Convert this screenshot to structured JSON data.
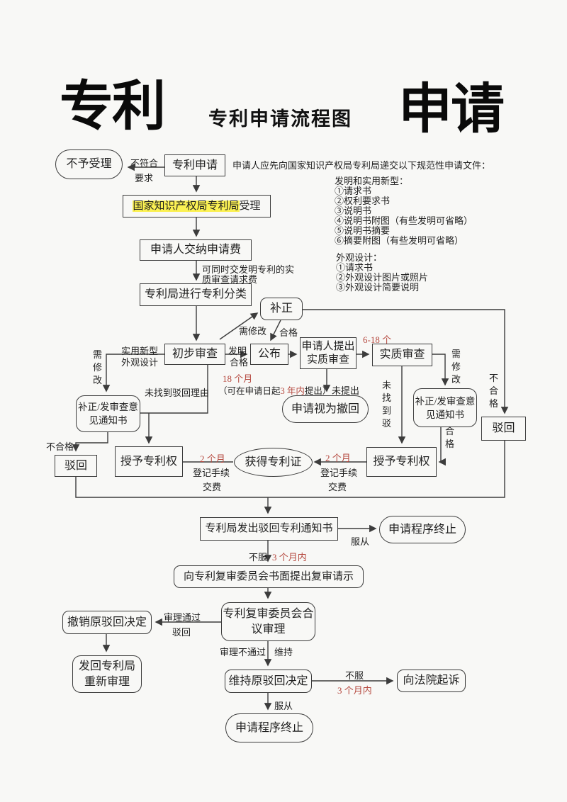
{
  "page": {
    "big_left": "专利",
    "big_right": "申请",
    "chart_title": "专利申请流程图"
  },
  "colors": {
    "accent_red": "#b5483e",
    "highlight_yellow": "#fbf153",
    "line": "#3c3c3c"
  },
  "nodes": {
    "not_accepted": {
      "label": "不予受理"
    },
    "patent_application": {
      "label": "专利申请"
    },
    "accept": {
      "highlight": "国家知识产权局专利局",
      "rest": "受理"
    },
    "pay_fee": {
      "label": "申请人交纳申请费"
    },
    "classify": {
      "label": "专利局进行专利分类"
    },
    "correction_top": {
      "label": "补正"
    },
    "preliminary_exam": {
      "label": "初步审查"
    },
    "publish": {
      "label": "公布"
    },
    "request_substantive": {
      "label": "申请人提出实质审查"
    },
    "substantive_exam": {
      "label": "实质审查"
    },
    "correction_notice_right": {
      "label": "补正/发审查意见通知书"
    },
    "reject_right": {
      "label": "驳回"
    },
    "deemed_withdrawn": {
      "label": "申请视为撤回"
    },
    "correction_notice_left": {
      "label": "补正/发审查意见通知书"
    },
    "reject_left": {
      "label": "驳回"
    },
    "grant_left": {
      "label": "授予专利权"
    },
    "certificate": {
      "label": "获得专利证"
    },
    "grant_right": {
      "label": "授予专利权"
    },
    "rejection_notice": {
      "label": "专利局发出驳回专利通知书"
    },
    "terminate_top": {
      "label": "申请程序终止"
    },
    "reexam_request": {
      "label": "向专利复审委员会书面提出复审请示"
    },
    "board_review": {
      "label": "专利复审委员会合议审理"
    },
    "revoke_rejection": {
      "label": "撤销原驳回决定"
    },
    "return_reexamine": {
      "label": "发回专利局重新审理"
    },
    "maintain_rejection": {
      "label": "维持原驳回决定"
    },
    "sue_court": {
      "label": "向法院起诉"
    },
    "terminate_bottom": {
      "label": "申请程序终止"
    }
  },
  "edge_labels": {
    "not_meet_1": "不符合",
    "not_meet_2": "要求",
    "fee_note": "可同时交发明专利的实质审查请求费",
    "need_modify_diag": "需修改",
    "qualified_diag": "合格",
    "utility_model": "实用新型",
    "appearance_design": "外观设计",
    "need_modify_left": "需修改",
    "invention": "发明",
    "qualified_inv": "合格",
    "months18": "18 个月",
    "note3y_pre": "（可在申请日起",
    "note3y_red": "3 年内",
    "note3y_post": "提出）",
    "not_requested": "未提出",
    "months618": "6-18 个",
    "need_modify_right": "需修改",
    "no_reject_short": "未找到驳",
    "unqualified_right": "不合格",
    "no_reject_reason": "未找到驳回理由",
    "unqualified_left": "不合格",
    "qualified_right": "合格",
    "months2_left": "2 个月",
    "register_left": "登记手续",
    "pay_left": "交费",
    "months2_right": "2 个月",
    "register_right": "登记手续",
    "pay_right": "交费",
    "obey_top": "服从",
    "disobey_top": "不服",
    "months3_top": "3 个月内",
    "review_pass": "审理通过",
    "review_pass_reject": "驳回",
    "review_fail": "审理不通过",
    "maintain": "维持",
    "disobey_bottom": "不服",
    "months3_bottom": "3 个月内",
    "obey_bottom": "服从"
  },
  "notes": {
    "intro": "申请人应先向国家知识产权局专利局递交以下规范性申请文件：",
    "invention_title": "发明和实用新型：",
    "invention_items": [
      "①请求书",
      "②权利要求书",
      "③说明书",
      "④说明书附图（有些发明可省略）",
      "⑤说明书摘要",
      "⑥摘要附图（有些发明可省略）"
    ],
    "design_title": "外观设计：",
    "design_items": [
      "①请求书",
      "②外观设计图片或照片",
      "③外观设计简要说明"
    ]
  }
}
